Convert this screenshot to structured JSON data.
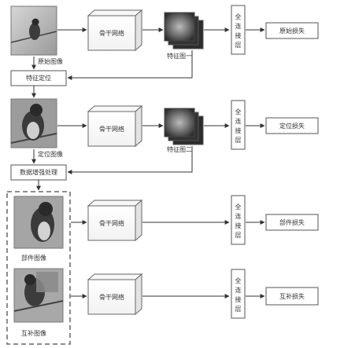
{
  "colors": {
    "line": "#333333",
    "box_stroke": "#555555",
    "dashed": "#666666",
    "heat_cell": "#3a3a3a"
  },
  "images": {
    "original": "原始图像",
    "localized": "定位图像",
    "part": "部件图像",
    "complement": "互补图像"
  },
  "blocks": {
    "backbone": "骨干网络",
    "fc": [
      "全",
      "连",
      "接",
      "层"
    ],
    "feature_map_1": "特征图一",
    "feature_map_2": "特征图二",
    "feature_localize": "特征定位",
    "data_augment": "数据增强处理"
  },
  "losses": {
    "original": "原始损失",
    "localization": "定位损失",
    "part": "部件损失",
    "complement": "互补损失"
  }
}
